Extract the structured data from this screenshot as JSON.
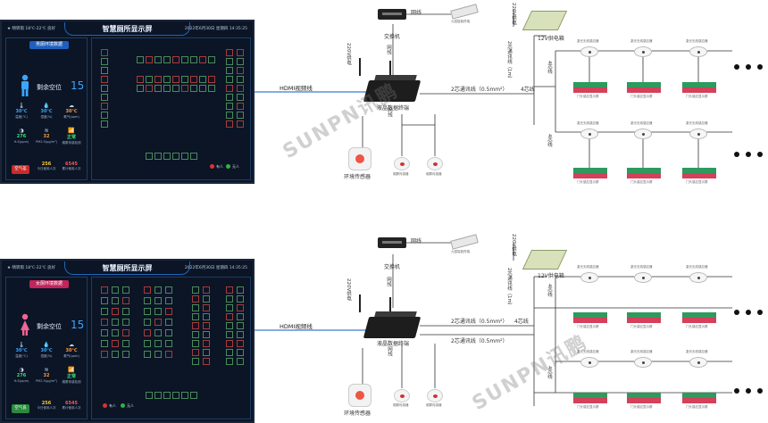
{
  "screens": [
    {
      "title": "智慧厕所显示屏",
      "status_left": "★ 晴转雨   18℃-22℃   良好",
      "status_right": "2022年6月30日   星期四   14:35:25",
      "env_tab": "男厕环境数据",
      "tab_color": "#1f5fbf",
      "remain_label": "剩余空位",
      "remain_value": "15",
      "person_color": "#3ba5ff",
      "metrics": [
        {
          "value": "30℃",
          "label": "温度(℃)",
          "color": "#3ba5ff"
        },
        {
          "value": "30℃",
          "label": "湿度(%)",
          "color": "#3ba5ff"
        },
        {
          "value": "30℃",
          "label": "氨气(ppm)",
          "color": "#ff9a3c"
        },
        {
          "value": "276",
          "label": "H₂S(ppm)",
          "color": "#3be07a"
        },
        {
          "value": "32",
          "label": "PM2.5(μg/m³)",
          "color": "#ff9a3c"
        },
        {
          "value": "正常",
          "label": "烟雾传感检测",
          "color": "#3be07a"
        }
      ],
      "button": "空气差",
      "button_color": "#c92a2a",
      "counts": [
        {
          "value": "256",
          "label": "今日使用人次",
          "color": "#ffcc33"
        },
        {
          "value": "6545",
          "label": "累计使用人次",
          "color": "#ff5555"
        }
      ],
      "legend": [
        {
          "label": "有人",
          "color": "#e03131"
        },
        {
          "label": "无人",
          "color": "#2fb344"
        }
      ]
    },
    {
      "title": "智慧厕所显示屏",
      "status_left": "★ 晴转雨   18℃-22℃   良好",
      "status_right": "2022年6月30日   星期四   14:35:25",
      "env_tab": "女厕环境数据",
      "tab_color": "#c2255c",
      "remain_label": "剩余空位",
      "remain_value": "15",
      "person_color": "#f06595",
      "metrics": [
        {
          "value": "30℃",
          "label": "温度(℃)",
          "color": "#3ba5ff"
        },
        {
          "value": "30℃",
          "label": "湿度(%)",
          "color": "#3ba5ff"
        },
        {
          "value": "30℃",
          "label": "氨气(ppm)",
          "color": "#ff9a3c"
        },
        {
          "value": "276",
          "label": "H₂S(ppm)",
          "color": "#3be07a"
        },
        {
          "value": "32",
          "label": "PM2.5(μg/m³)",
          "color": "#ff9a3c"
        },
        {
          "value": "正常",
          "label": "烟雾传感检测",
          "color": "#3be07a"
        }
      ],
      "button": "空气良",
      "button_color": "#2b8a3e",
      "counts": [
        {
          "value": "256",
          "label": "今日使用人次",
          "color": "#ffcc33"
        },
        {
          "value": "6545",
          "label": "累计使用人次",
          "color": "#ff5555"
        }
      ],
      "legend": [
        {
          "label": "有人",
          "color": "#e03131"
        },
        {
          "label": "无人",
          "color": "#2fb344"
        }
      ]
    }
  ],
  "diagram": {
    "hdmi_label": "HDMI视频线",
    "switch_label": "交换机",
    "network_label": "网线",
    "power_220": "220V供电",
    "server_label": "液晶数据终端",
    "env_sensor_label": "环境传感器",
    "smoke_label": "烟雾传感器",
    "ir_label": "九感智能终端",
    "power_box_label": "12V供电箱",
    "bus_label": "2芯通讯线（0.5mm²）",
    "bus_label_top": "2芯通讯线（0.5mm²）",
    "four_core": "4芯线",
    "detector_label": "激光无线感应器",
    "door_label": "门头感应显示屏",
    "bus_vertical": "2芯通讯线（1m）",
    "watermark": "SUNPN讯鹏"
  }
}
